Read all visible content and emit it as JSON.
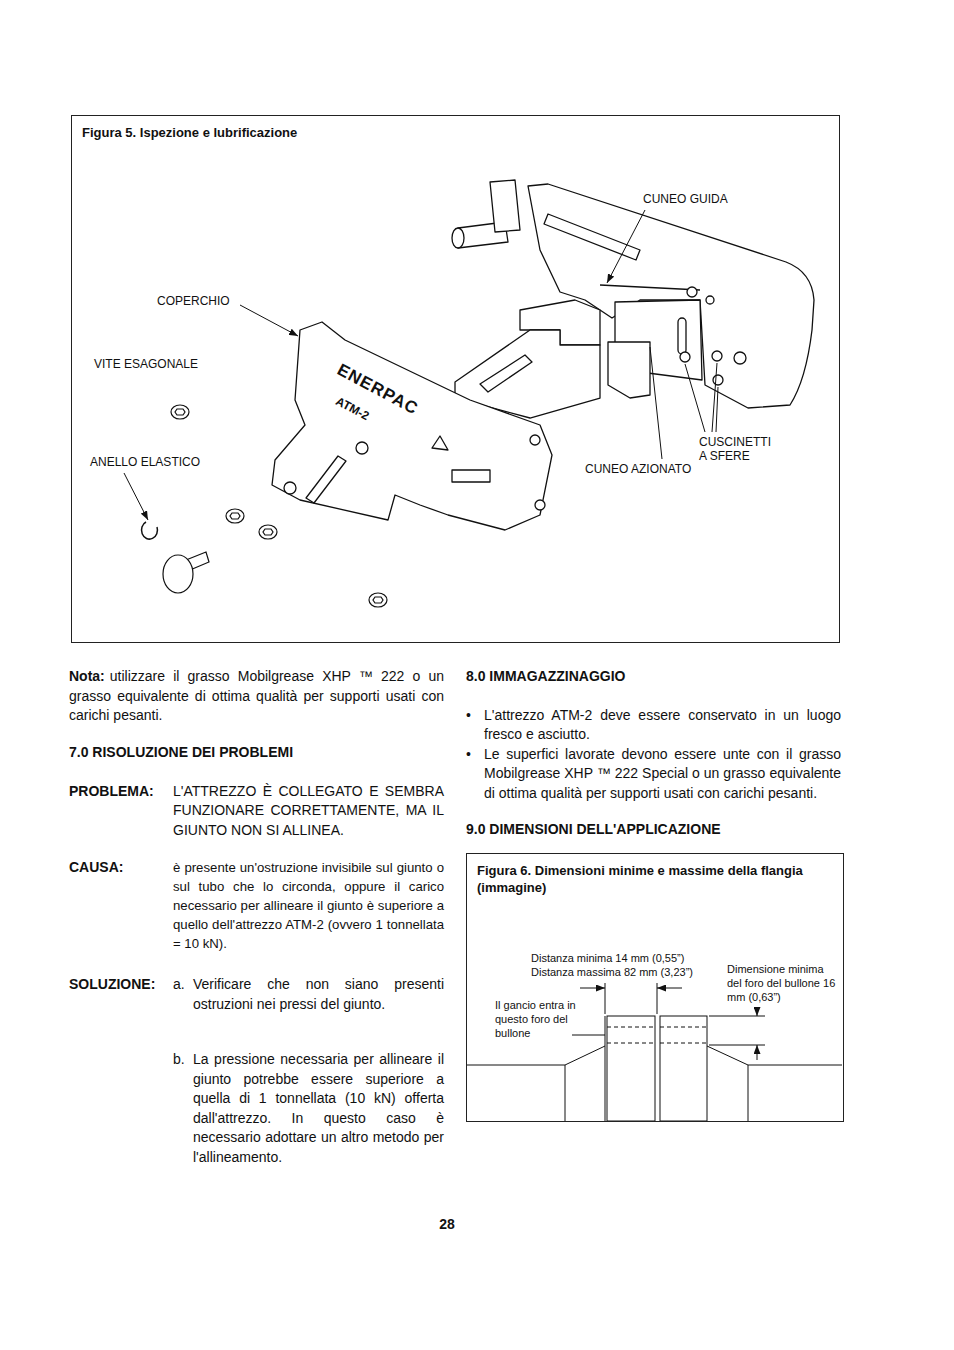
{
  "diagram": {
    "nodes": [
      {
        "text": [
          "Figura 5. Ispezione e lubrificazione"
        ]
      },
      {
        "text": [
          "Figura 6. Dimensioni minime e massime della flangia (immagine)"
        ]
      }
    ],
    "labels": [
      "CUNEO GUIDA",
      "COPERCHIO",
      "VITE ESAGONALE",
      "ANELLO ELASTICO",
      "CUSCINETTI A SFERE",
      "CUNEO AZIONATO",
      "ENERPAC",
      "ATM-2",
      "Nota:",
      "utilizzare il grasso Mobilgrease XHP ™ 222 o un grasso equivalente di ottima qualità per supporti usati con carichi pesanti.",
      "7.0 RISOLUZIONE DEI PROBLEMI",
      "PROBLEMA:",
      "L'ATTREZZO È COLLEGATO E SEMBRA FUNZIONARE CORRETTAMENTE, MA IL GIUNTO NON SI ALLINEA.",
      "CAUSA:",
      "è presente un'ostruzione invisibile sul giunto o sul tubo che lo circonda, oppure il carico necessario per allineare il giunto è superiore a quello dell'attrezzo ATM-2 (ovvero 1 tonnellata = 10 kN).",
      "SOLUZIONE:",
      "a.",
      "Verificare che non siano presenti ostruzioni nei pressi del giunto.",
      "b.",
      "La pressione necessaria per allineare il giunto potrebbe essere superiore a quella di 1 tonnellata (10 kN) offerta dall'attrezzo. In questo caso è necessario adottare un altro metodo per l'allineamento.",
      "8.0 IMMAGAZZINAGGIO",
      "•",
      "L'attrezzo ATM-2 deve essere conservato in un luogo fresco e asciutto.",
      "•",
      "Le superfici lavorate devono essere unte con il grasso Mobilgrease XHP ™ 222 Special o un grasso equivalente di ottima qualità per supporti usati con carichi pesanti.",
      "9.0 DIMENSIONI DELL'APPLICAZIONE",
      "Distanza minima 14 mm (0,55”)",
      "Distanza massima 82 mm (3,23”)",
      "Il gancio entra in questo foro del bullone",
      "Dimensione minima del foro del bullone 16 mm (0,63”)",
      "28"
    ]
  }
}
